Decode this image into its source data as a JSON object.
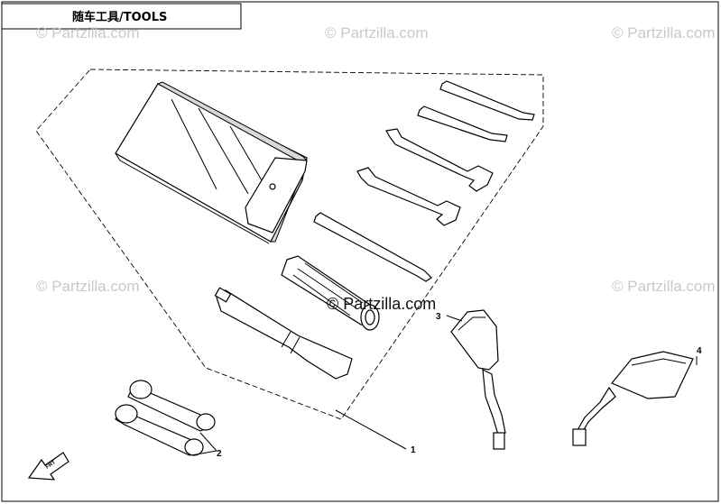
{
  "header": {
    "title": "随车工具/TOOLS"
  },
  "watermarks": {
    "site": "© Partzilla.com",
    "center": "© Partzilla.com"
  },
  "callouts": {
    "tool_kit": "1",
    "straps": "2",
    "mirror_left": "3",
    "mirror_right": "4"
  },
  "front_badge": "FRT"
}
